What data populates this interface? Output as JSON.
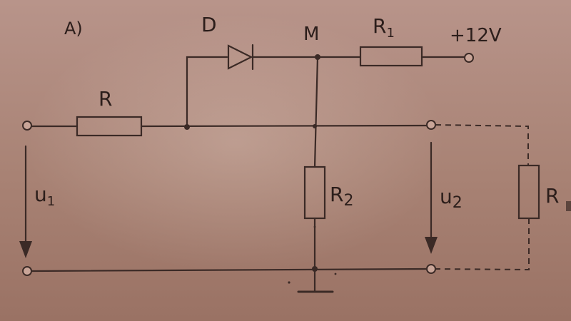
{
  "diagram": {
    "figure_label": "A)",
    "components": {
      "diode": "D",
      "node_m": "M",
      "r1": {
        "name": "R",
        "sub": "1"
      },
      "r": {
        "name": "R"
      },
      "r2": {
        "name": "R",
        "sub": "2"
      },
      "rl": {
        "name": "R"
      }
    },
    "supply": "+12V",
    "voltages": {
      "u1": {
        "name": "u",
        "sub": "1"
      },
      "u2": {
        "name": "u",
        "sub": "2"
      }
    }
  }
}
